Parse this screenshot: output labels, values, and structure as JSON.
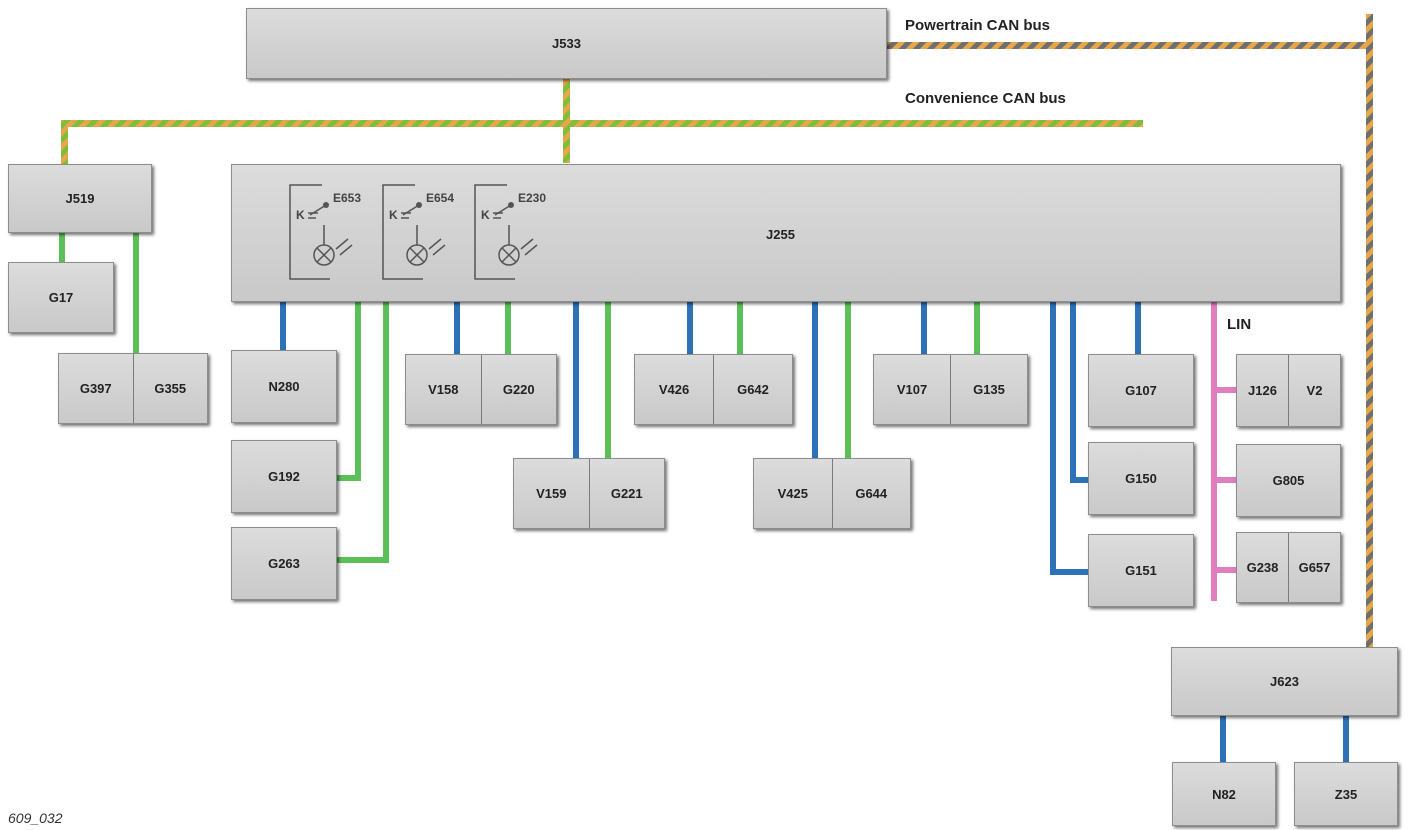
{
  "labels": {
    "powertrain_can": "Powertrain CAN bus",
    "convenience_can": "Convenience CAN bus",
    "lin": "LIN",
    "figure_id": "609_032"
  },
  "colors": {
    "can_stripe_a": "#e8a64a",
    "can_stripe_b_powertrain": "#6f6f6f",
    "can_stripe_b_convenience": "#7dbf3a",
    "green_line": "#5cc05a",
    "blue_line": "#2d72b8",
    "lin_line": "#e07ec0",
    "box_fill": "#d4d4d4"
  },
  "units": {
    "J533": "J533",
    "J519": "J519",
    "J255": "J255",
    "J623": "J623",
    "G17": "G17",
    "G397": "G397",
    "G355": "G355",
    "N280": "N280",
    "G192": "G192",
    "G263": "G263",
    "V158": "V158",
    "G220": "G220",
    "V159": "V159",
    "G221": "G221",
    "V426": "V426",
    "G642": "G642",
    "V425": "V425",
    "G644": "G644",
    "V107": "V107",
    "G135": "G135",
    "G107": "G107",
    "G150": "G150",
    "G151": "G151",
    "J126": "J126",
    "V2": "V2",
    "G805": "G805",
    "G238": "G238",
    "G657": "G657",
    "N82": "N82",
    "Z35": "Z35"
  },
  "switches": [
    {
      "name": "E653",
      "k": "K"
    },
    {
      "name": "E654",
      "k": "K"
    },
    {
      "name": "E230",
      "k": "K"
    }
  ]
}
